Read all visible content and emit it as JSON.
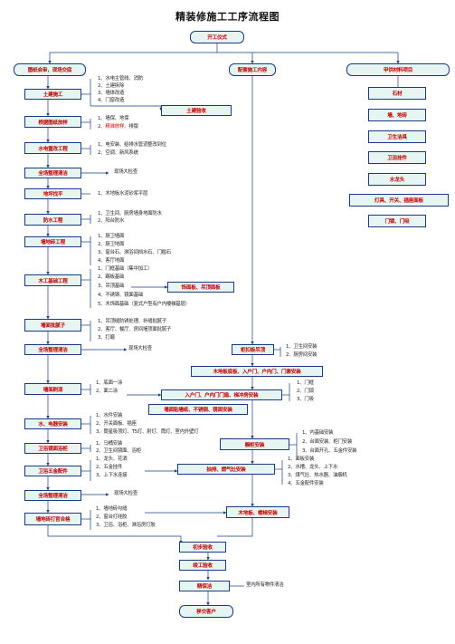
{
  "title": "精装修施工工序流程图",
  "colors": {
    "box_bg": "#e6f5f2",
    "box_border": "#1a3b82",
    "box_text": "#c00000",
    "line": "#1a3b82",
    "highlight_text": "#d00000"
  },
  "nodes": {
    "start": "开工仪式",
    "col_left": "图纸会审，现场交底",
    "col_mid": "配套施工内容",
    "col_right": "甲供材料项目",
    "civil": "土建施工",
    "civil_accept": "土建验收",
    "layout": "根据图纸放样",
    "mep": "水电暨改工程",
    "cleanup1": "全场整理清洁",
    "screed": "地坪找平",
    "waterproof": "防水工程",
    "tile": "墙地砖工程",
    "carpentry": "木工基础工程",
    "finish_panel": "饰面板、吊顶面板",
    "putty": "墙面批腻子",
    "cleanup2": "全场整理清洁",
    "cabinet_board": "柜扣板吊顶",
    "wood_doors": "木地板底板、入户门、户内门、门套安装",
    "paint": "墙面刷漆",
    "door_install": "入户门、户内门门扇、梯冲房安装",
    "wallpaper": "墙面贴墙纸、不锈钢、镜面安装",
    "plumbing": "水、电器安装",
    "cabinet_install": "橱柜安装",
    "bath_mirror": "卫浴镜面浴柜",
    "bath_hardware": "卫浴五金配件",
    "hood": "抽排、燃气灶安装",
    "cleanup3": "全场整理清洁",
    "floor_protect": "墙地砖打官合格",
    "floor_install": "木地板、楼梯安装",
    "pre_accept": "初步验收",
    "final_accept": "竣工验收",
    "cleaning": "精保洁",
    "handover": "移交客户"
  },
  "materials": [
    "石材",
    "墙、地砖",
    "卫生洁具",
    "卫浴挂件",
    "水龙头",
    "灯具、开关、插座面板",
    "门锁、门吸"
  ],
  "notes": {
    "civil": [
      "1、水电主管线、消防",
      "2、土建拆除",
      "3、墙体改造",
      "4、门窗改造"
    ],
    "layout_1": "1、墙保、地保",
    "layout_2a": "2、",
    "layout_2b": "精准放样",
    "layout_2c": "、排版",
    "mep": [
      "1、电安装、给排水管道整改到位",
      "2、空调、新风系统"
    ],
    "cleanup1": "现场大检查",
    "screed": "1、木地板水泥砂浆平层",
    "waterproof": [
      "1、卫生间、厨房墙身地面防水",
      "2、阳台防水"
    ],
    "tile": [
      "1、厨卫墙面",
      "2、厨卫地面",
      "3、窗台石、淋浴间挡水石、门槛石",
      "4、客厅地面"
    ],
    "carpentry": [
      "1、门框基础（集中加工）",
      "2、踢板基础",
      "3、吊顶基础",
      "4、不锈钢、镜面基础",
      "5、木饰面基础（复式户型有户内楼梯基层）"
    ],
    "putty": [
      "1、吊顶缝防锈处理、补缝批腻子",
      "2、客厅、餐厅、房间墙顶面批腻子",
      "3、打磨"
    ],
    "cleanup2": "现场大检查",
    "cabinet_board": [
      "1、卫生间安装",
      "2、厨房间安装"
    ],
    "paint": [
      "1、底面一涂",
      "2、面二涂"
    ],
    "door_install": [
      "1、门框",
      "2、门锁",
      "3、门吸"
    ],
    "plumbing": [
      "1、水件安装",
      "2、开关面板、插座",
      "3、筒星吸顶灯、T5灯、射灯、筒灯、室内外壁灯"
    ],
    "bath_mirror": [
      "1、马桶安装",
      "2、卫生间镜面、浴柜"
    ],
    "bath_hardware": [
      "1、龙头、花洒",
      "2、五金挂件",
      "3、上下水连接"
    ],
    "cabinet_install": [
      "1、内基础安装",
      "2、台面安装、柜门安装",
      "3、台面开孔、五金件安装"
    ],
    "hood": [
      "1、面板安装",
      "2、水槽、龙头、上下水",
      "3、煤气灶、热水器、油烟机",
      "4、五金配件安装"
    ],
    "cleanup3": "现场大检查",
    "floor_protect": [
      "1、墙地砖勾缝",
      "2、窗台打硅胶",
      "3、卫浴、浴柜、淋浴房打胶"
    ],
    "cleaning": "室内所有物件清洁"
  }
}
